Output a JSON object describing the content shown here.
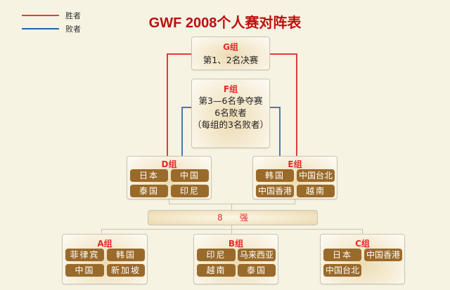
{
  "title": "GWF 2008个人赛对阵表",
  "legend": {
    "items": [
      {
        "label": "胜者",
        "color": "#e23b3b"
      },
      {
        "label": "败者",
        "color": "#2a5fa8"
      }
    ]
  },
  "groups": {
    "G": {
      "title": "G组",
      "lines": [
        "第1、2名决赛"
      ]
    },
    "F": {
      "title": "F组",
      "lines": [
        "第3—6名争夺赛",
        "6名败者",
        "（每组的3名败者）"
      ]
    },
    "D": {
      "title": "D组",
      "members": [
        "日本",
        "中国",
        "泰国",
        "印尼"
      ]
    },
    "E": {
      "title": "E组",
      "members": [
        "韩国",
        "中国台北",
        "中国香港",
        "越南"
      ]
    },
    "A": {
      "title": "A组",
      "members": [
        "菲律宾",
        "韩国",
        "中国",
        "新加坡"
      ]
    },
    "B": {
      "title": "B组",
      "members": [
        "印尼",
        "马来西亚",
        "越南",
        "泰国"
      ]
    },
    "C": {
      "title": "C组",
      "members": [
        "日本",
        "中国香港",
        "中国台北"
      ]
    }
  },
  "round8": {
    "label": "8　　强"
  }
}
